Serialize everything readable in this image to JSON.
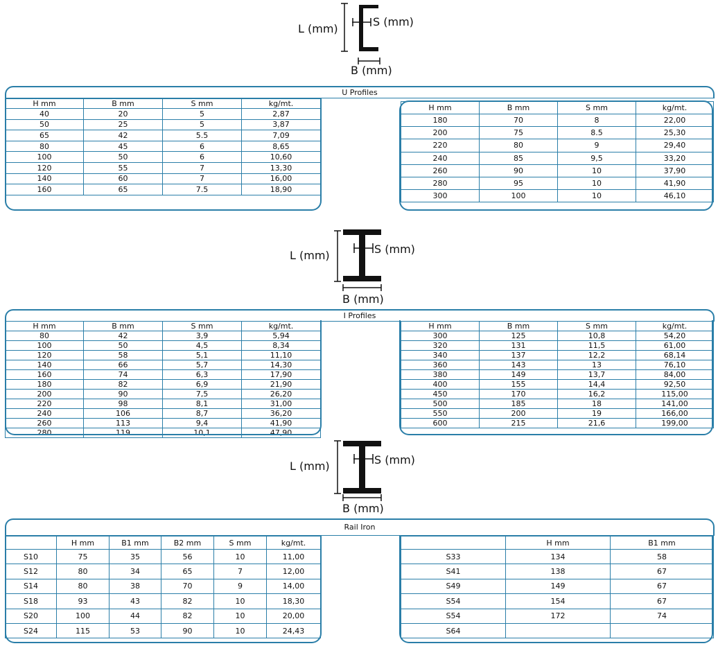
{
  "colors": {
    "accent": "#2a7ea8",
    "text": "#111111"
  },
  "diagrams": {
    "u": {
      "l_label": "L (mm)",
      "s_label": "S (mm)",
      "b_label": "B (mm)"
    },
    "i1": {
      "l_label": "L (mm)",
      "s_label": "S (mm)",
      "b_label": "B (mm)"
    },
    "i2": {
      "l_label": "L (mm)",
      "s_label": "S (mm)",
      "b_label": "B (mm)"
    }
  },
  "u_profiles": {
    "title": "U Profiles",
    "headers": [
      "H mm",
      "B mm",
      "S mm",
      "kg/mt."
    ],
    "left_rows": [
      [
        "40",
        "20",
        "5",
        "2,87"
      ],
      [
        "50",
        "25",
        "5",
        "3,87"
      ],
      [
        "65",
        "42",
        "5.5",
        "7,09"
      ],
      [
        "80",
        "45",
        "6",
        "8,65"
      ],
      [
        "100",
        "50",
        "6",
        "10,60"
      ],
      [
        "120",
        "55",
        "7",
        "13,30"
      ],
      [
        "140",
        "60",
        "7",
        "16,00"
      ],
      [
        "160",
        "65",
        "7.5",
        "18,90"
      ]
    ],
    "right_rows": [
      [
        "180",
        "70",
        "8",
        "22,00"
      ],
      [
        "200",
        "75",
        "8.5",
        "25,30"
      ],
      [
        "220",
        "80",
        "9",
        "29,40"
      ],
      [
        "240",
        "85",
        "9,5",
        "33,20"
      ],
      [
        "260",
        "90",
        "10",
        "37,90"
      ],
      [
        "280",
        "95",
        "10",
        "41,90"
      ],
      [
        "300",
        "100",
        "10",
        "46,10"
      ]
    ]
  },
  "i_profiles": {
    "title": "I Profiles",
    "headers": [
      "H mm",
      "B mm",
      "S mm",
      "kg/mt."
    ],
    "left_rows": [
      [
        "80",
        "42",
        "3,9",
        "5,94"
      ],
      [
        "100",
        "50",
        "4,5",
        "8,34"
      ],
      [
        "120",
        "58",
        "5,1",
        "11,10"
      ],
      [
        "140",
        "66",
        "5,7",
        "14,30"
      ],
      [
        "160",
        "74",
        "6,3",
        "17,90"
      ],
      [
        "180",
        "82",
        "6,9",
        "21,90"
      ],
      [
        "200",
        "90",
        "7,5",
        "26,20"
      ],
      [
        "220",
        "98",
        "8,1",
        "31,00"
      ],
      [
        "240",
        "106",
        "8,7",
        "36,20"
      ],
      [
        "260",
        "113",
        "9,4",
        "41,90"
      ],
      [
        "280",
        "119",
        "10,1",
        "47,90"
      ]
    ],
    "right_rows": [
      [
        "300",
        "125",
        "10,8",
        "54,20"
      ],
      [
        "320",
        "131",
        "11,5",
        "61,00"
      ],
      [
        "340",
        "137",
        "12,2",
        "68,14"
      ],
      [
        "360",
        "143",
        "13",
        "76,10"
      ],
      [
        "380",
        "149",
        "13,7",
        "84,00"
      ],
      [
        "400",
        "155",
        "14,4",
        "92,50"
      ],
      [
        "450",
        "170",
        "16,2",
        "115,00"
      ],
      [
        "500",
        "185",
        "18",
        "141,00"
      ],
      [
        "550",
        "200",
        "19",
        "166,00"
      ],
      [
        "600",
        "215",
        "21,6",
        "199,00"
      ]
    ]
  },
  "rail_iron": {
    "title": "Rail Iron",
    "left_headers": [
      "",
      "H mm",
      "B1 mm",
      "B2 mm",
      "S mm",
      "kg/mt."
    ],
    "left_rows": [
      [
        "S10",
        "75",
        "35",
        "56",
        "10",
        "11,00"
      ],
      [
        "S12",
        "80",
        "34",
        "65",
        "7",
        "12,00"
      ],
      [
        "S14",
        "80",
        "38",
        "70",
        "9",
        "14,00"
      ],
      [
        "S18",
        "93",
        "43",
        "82",
        "10",
        "18,30"
      ],
      [
        "S20",
        "100",
        "44",
        "82",
        "10",
        "20,00"
      ],
      [
        "S24",
        "115",
        "53",
        "90",
        "10",
        "24,43"
      ]
    ],
    "right_headers": [
      "",
      "H mm",
      "B1 mm"
    ],
    "right_rows": [
      [
        "S33",
        "134",
        "58"
      ],
      [
        "S41",
        "138",
        "67"
      ],
      [
        "S49",
        "149",
        "67"
      ],
      [
        "S54",
        "154",
        "67"
      ],
      [
        "S54",
        "172",
        "74"
      ],
      [
        "S64",
        "",
        ""
      ]
    ]
  }
}
